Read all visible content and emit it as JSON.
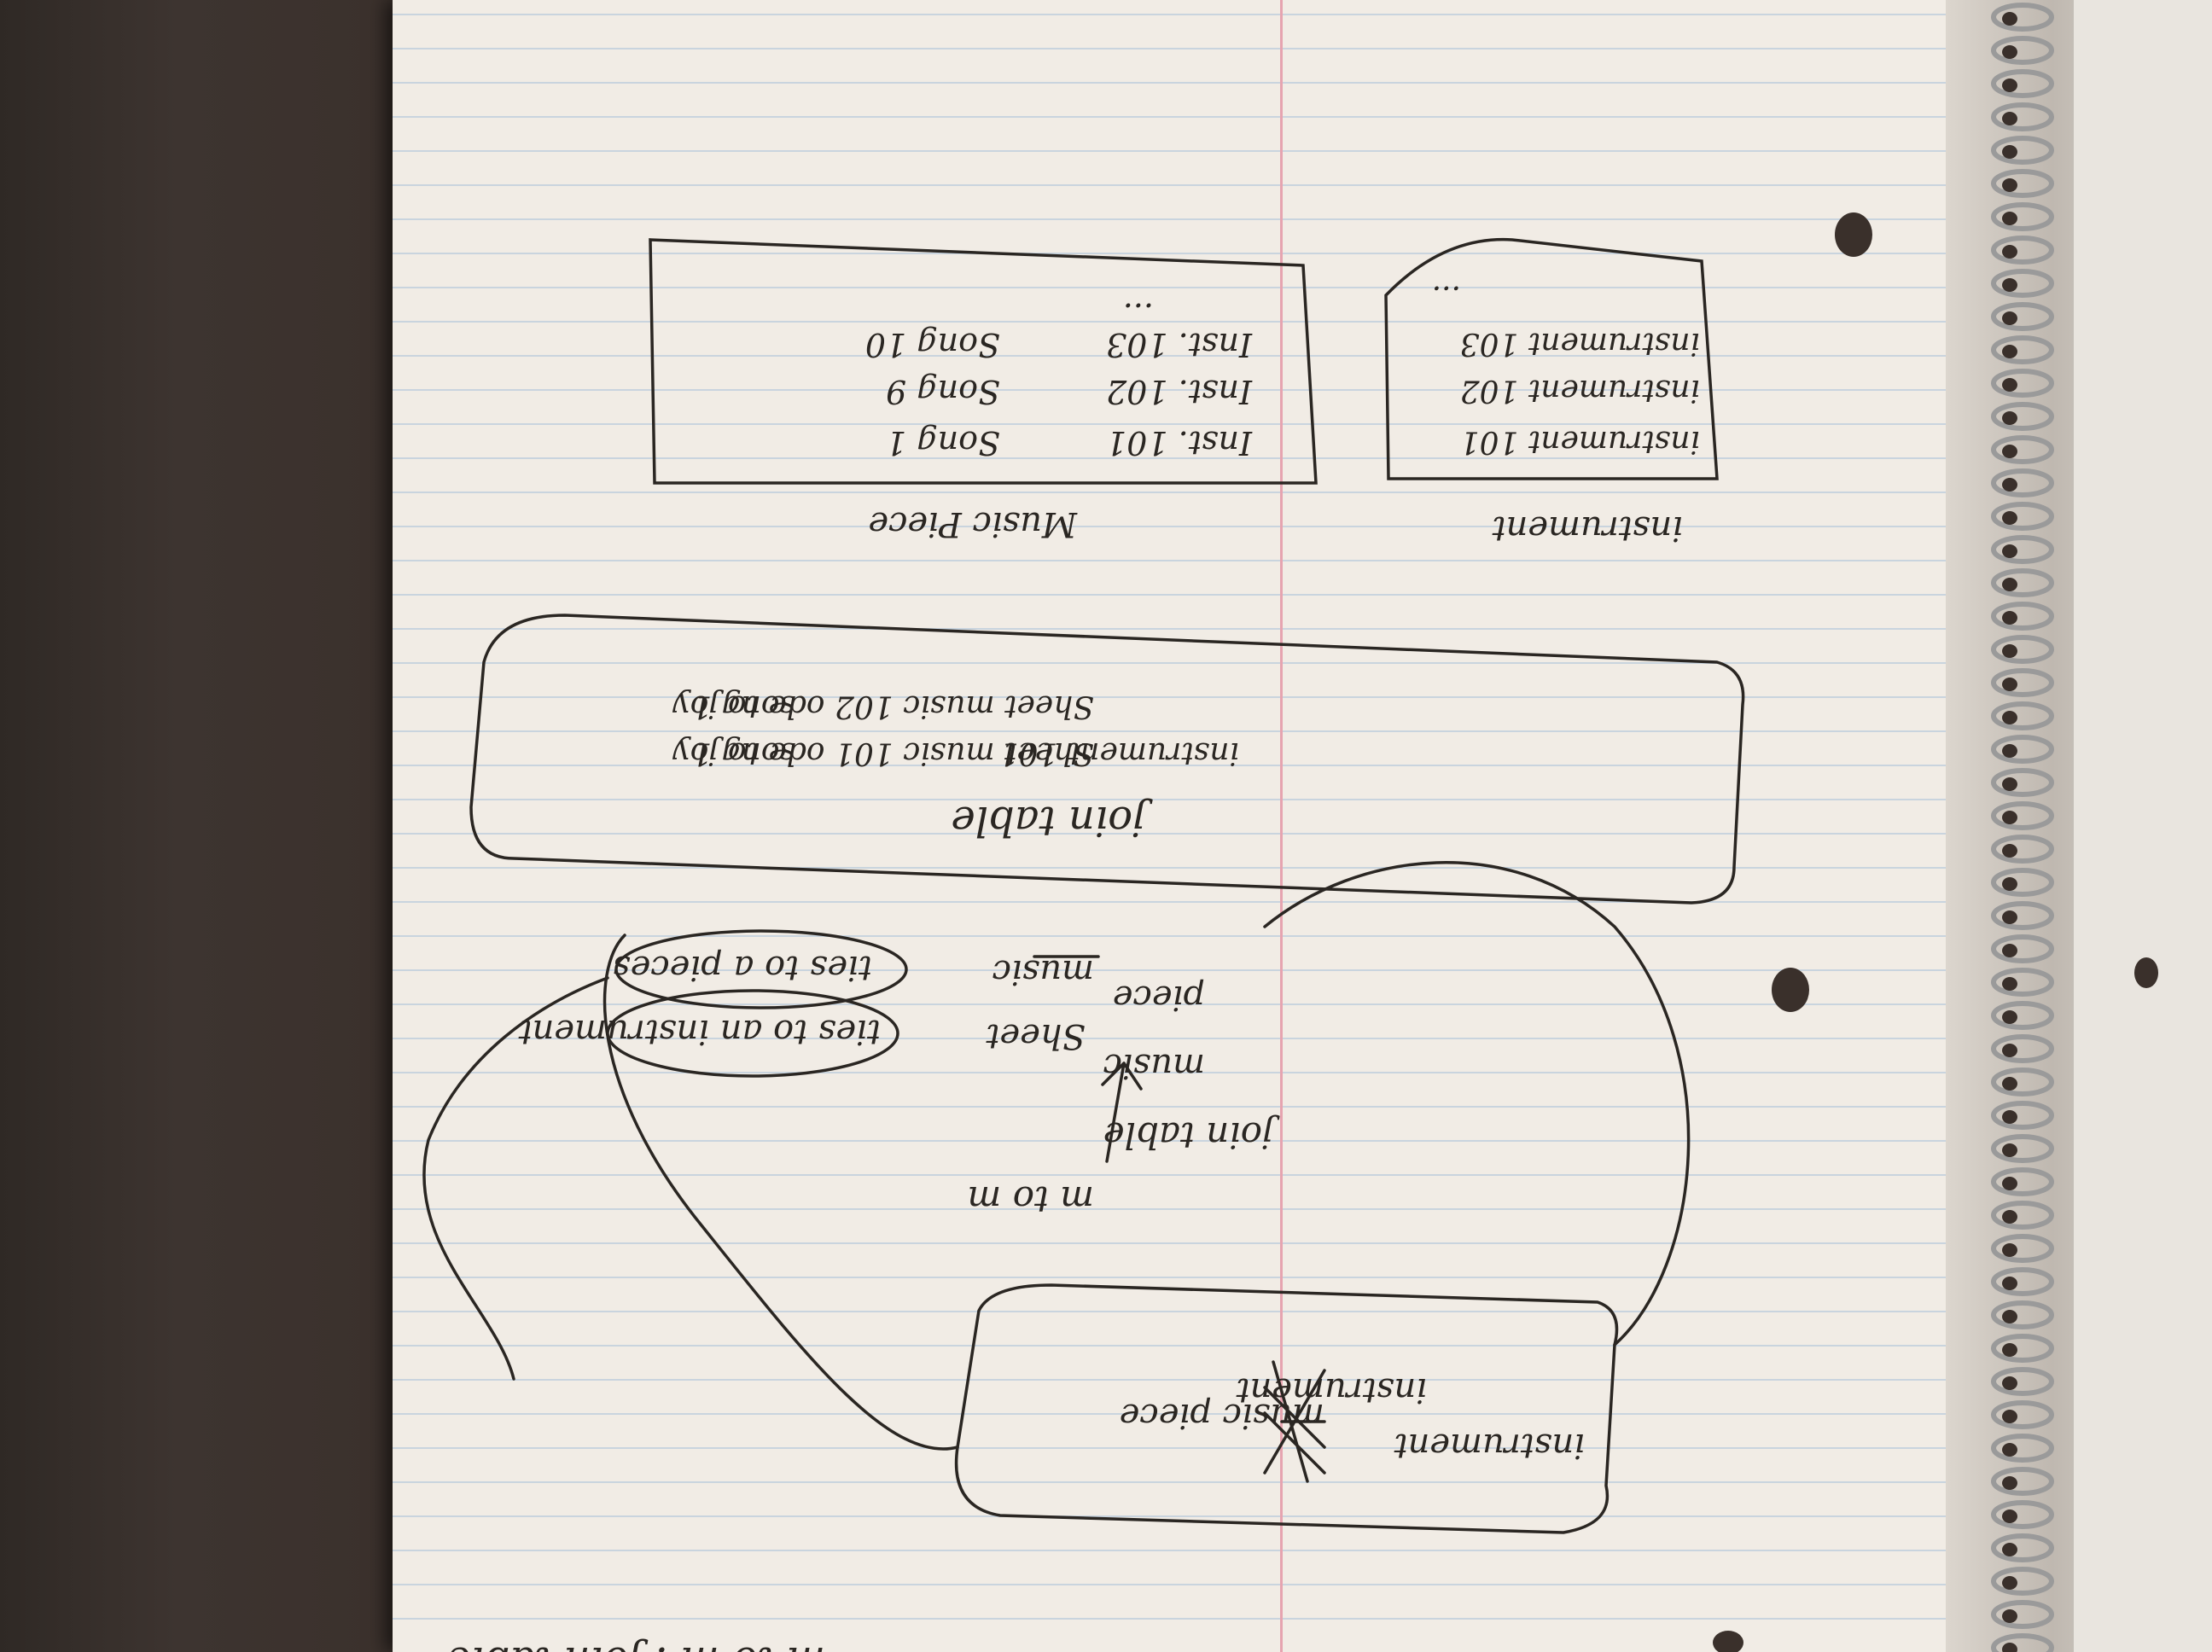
{
  "photo": {
    "subject": "handwritten notebook sketch photographed upside down",
    "orientation": "rotated 180 degrees"
  },
  "notes": {
    "title": "m to m : join table",
    "m_to_m_label": "m to m",
    "join_table_arrow": "join table",
    "left_box": {
      "items": [
        "instrument",
        "music piece",
        "instrument"
      ]
    },
    "middle_list": [
      "music",
      "Sheet",
      "piece",
      "music"
    ],
    "ellipse_1": "ties to a pieces",
    "ellipse_2": "ties to an instrument",
    "join_table_box": {
      "title": "join table",
      "rows": [
        [
          "instrument 101",
          "Sheet music 101 ode to joy",
          "song 1"
        ],
        [
          "",
          "Sheet music 102 ode to joy",
          "song 1"
        ]
      ]
    },
    "music_piece_box": {
      "label": "Music Piece",
      "rows": [
        [
          "Inst. 101",
          "Song 1"
        ],
        [
          "Inst. 102",
          "Song 9"
        ],
        [
          "Inst. 103",
          "Song 10"
        ],
        [
          "...",
          ""
        ]
      ]
    },
    "instrument_box": {
      "label": "instrument",
      "rows": [
        "instrument 101",
        "instrument 102",
        "instrument 103",
        "..."
      ]
    }
  },
  "icons": [
    "spiral-binding-icon",
    "punched-hole-icon"
  ]
}
